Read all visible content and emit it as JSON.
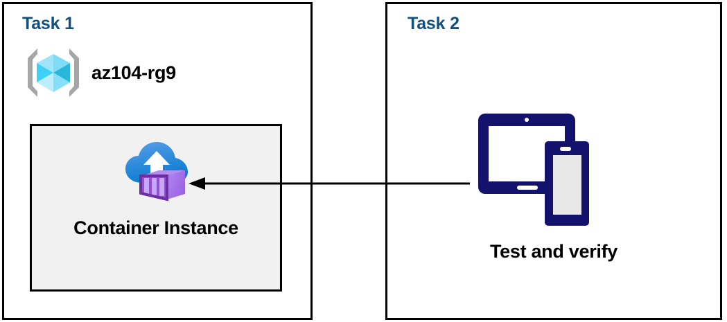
{
  "panels": [
    {
      "id": "task1",
      "title": "Task 1",
      "resource_group": {
        "label": "az104-rg9",
        "icon": "resource-group-cube-icon"
      },
      "resource": {
        "label": "Container Instance",
        "icon": "container-instance-cloud-icon"
      }
    },
    {
      "id": "task2",
      "title": "Task 2",
      "action": {
        "label": "Test and verify",
        "icon": "devices-tablet-phone-icon"
      }
    }
  ],
  "connector": {
    "name": "arrow-task2-to-container-instance",
    "direction": "left",
    "color": "#000000"
  },
  "colors": {
    "title_blue": "#11507f",
    "panel_border": "#000000",
    "resource_box_fill": "#f1f1f1",
    "device_navy": "#13136e",
    "cube_cyan": "#32c8f0",
    "cloud_blue": "#1f87d8",
    "container_purple": "#a israel"
  },
  "palette": {
    "title_blue": "#11507f",
    "panel_border": "#000000",
    "resource_box_fill": "#f1f1f1",
    "device_navy": "#13136e",
    "cube_cyan": "#32c8f0",
    "cube_light": "#9fe5fa",
    "bracket_gray": "#a6a6a6",
    "cloud_blue": "#1f87d8",
    "container_purple": "#a271e8",
    "container_purple_dark": "#6b2fa0"
  }
}
